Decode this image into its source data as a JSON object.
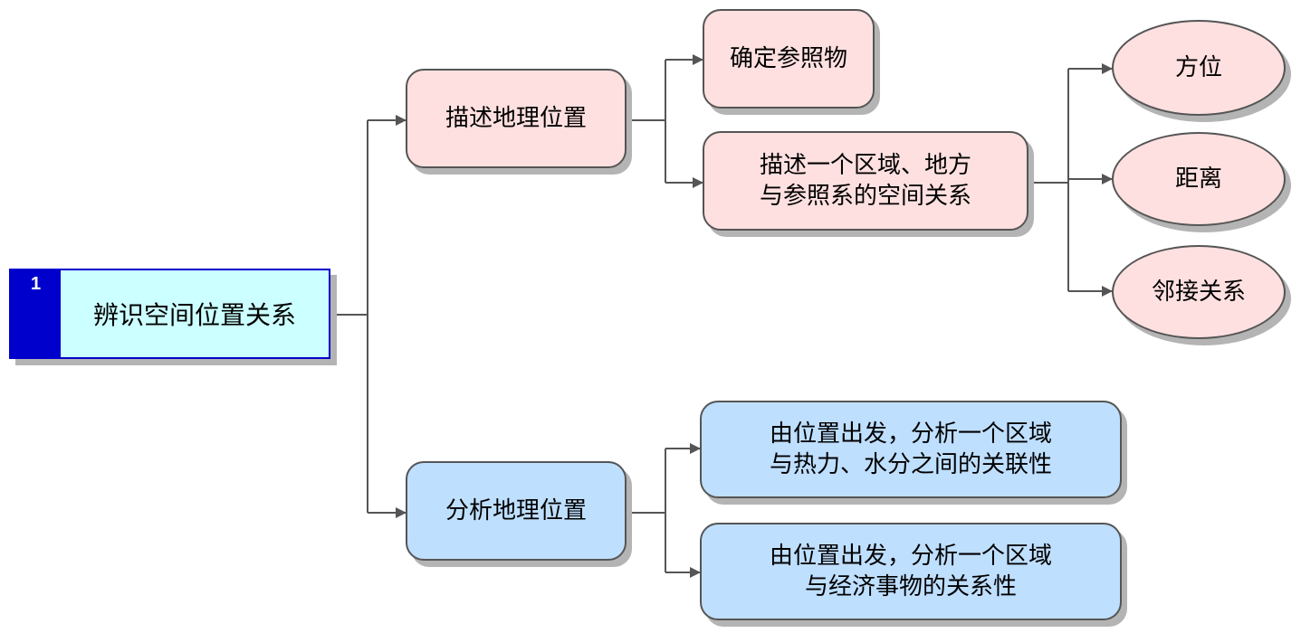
{
  "root": {
    "number": "1",
    "label": "辨识空间位置关系"
  },
  "branches": {
    "describe": {
      "label": "描述地理位置",
      "children": {
        "reference": "确定参照物",
        "relation": "描述一个区域、地方\n与参照系的空间关系"
      },
      "relation_children": {
        "direction": "方位",
        "distance": "距离",
        "adjacency": "邻接关系"
      }
    },
    "analyze": {
      "label": "分析地理位置",
      "children": {
        "heat_water": "由位置出发，分析一个区域\n与热力、水分之间的关联性",
        "economy": "由位置出发，分析一个区域\n与经济事物的关系性"
      }
    }
  },
  "colors": {
    "root_border": "#0000cc",
    "root_fill": "#ccffff",
    "describe_fill": "#ffe0e0",
    "analyze_fill": "#bfdfff",
    "connector": "#555555"
  }
}
